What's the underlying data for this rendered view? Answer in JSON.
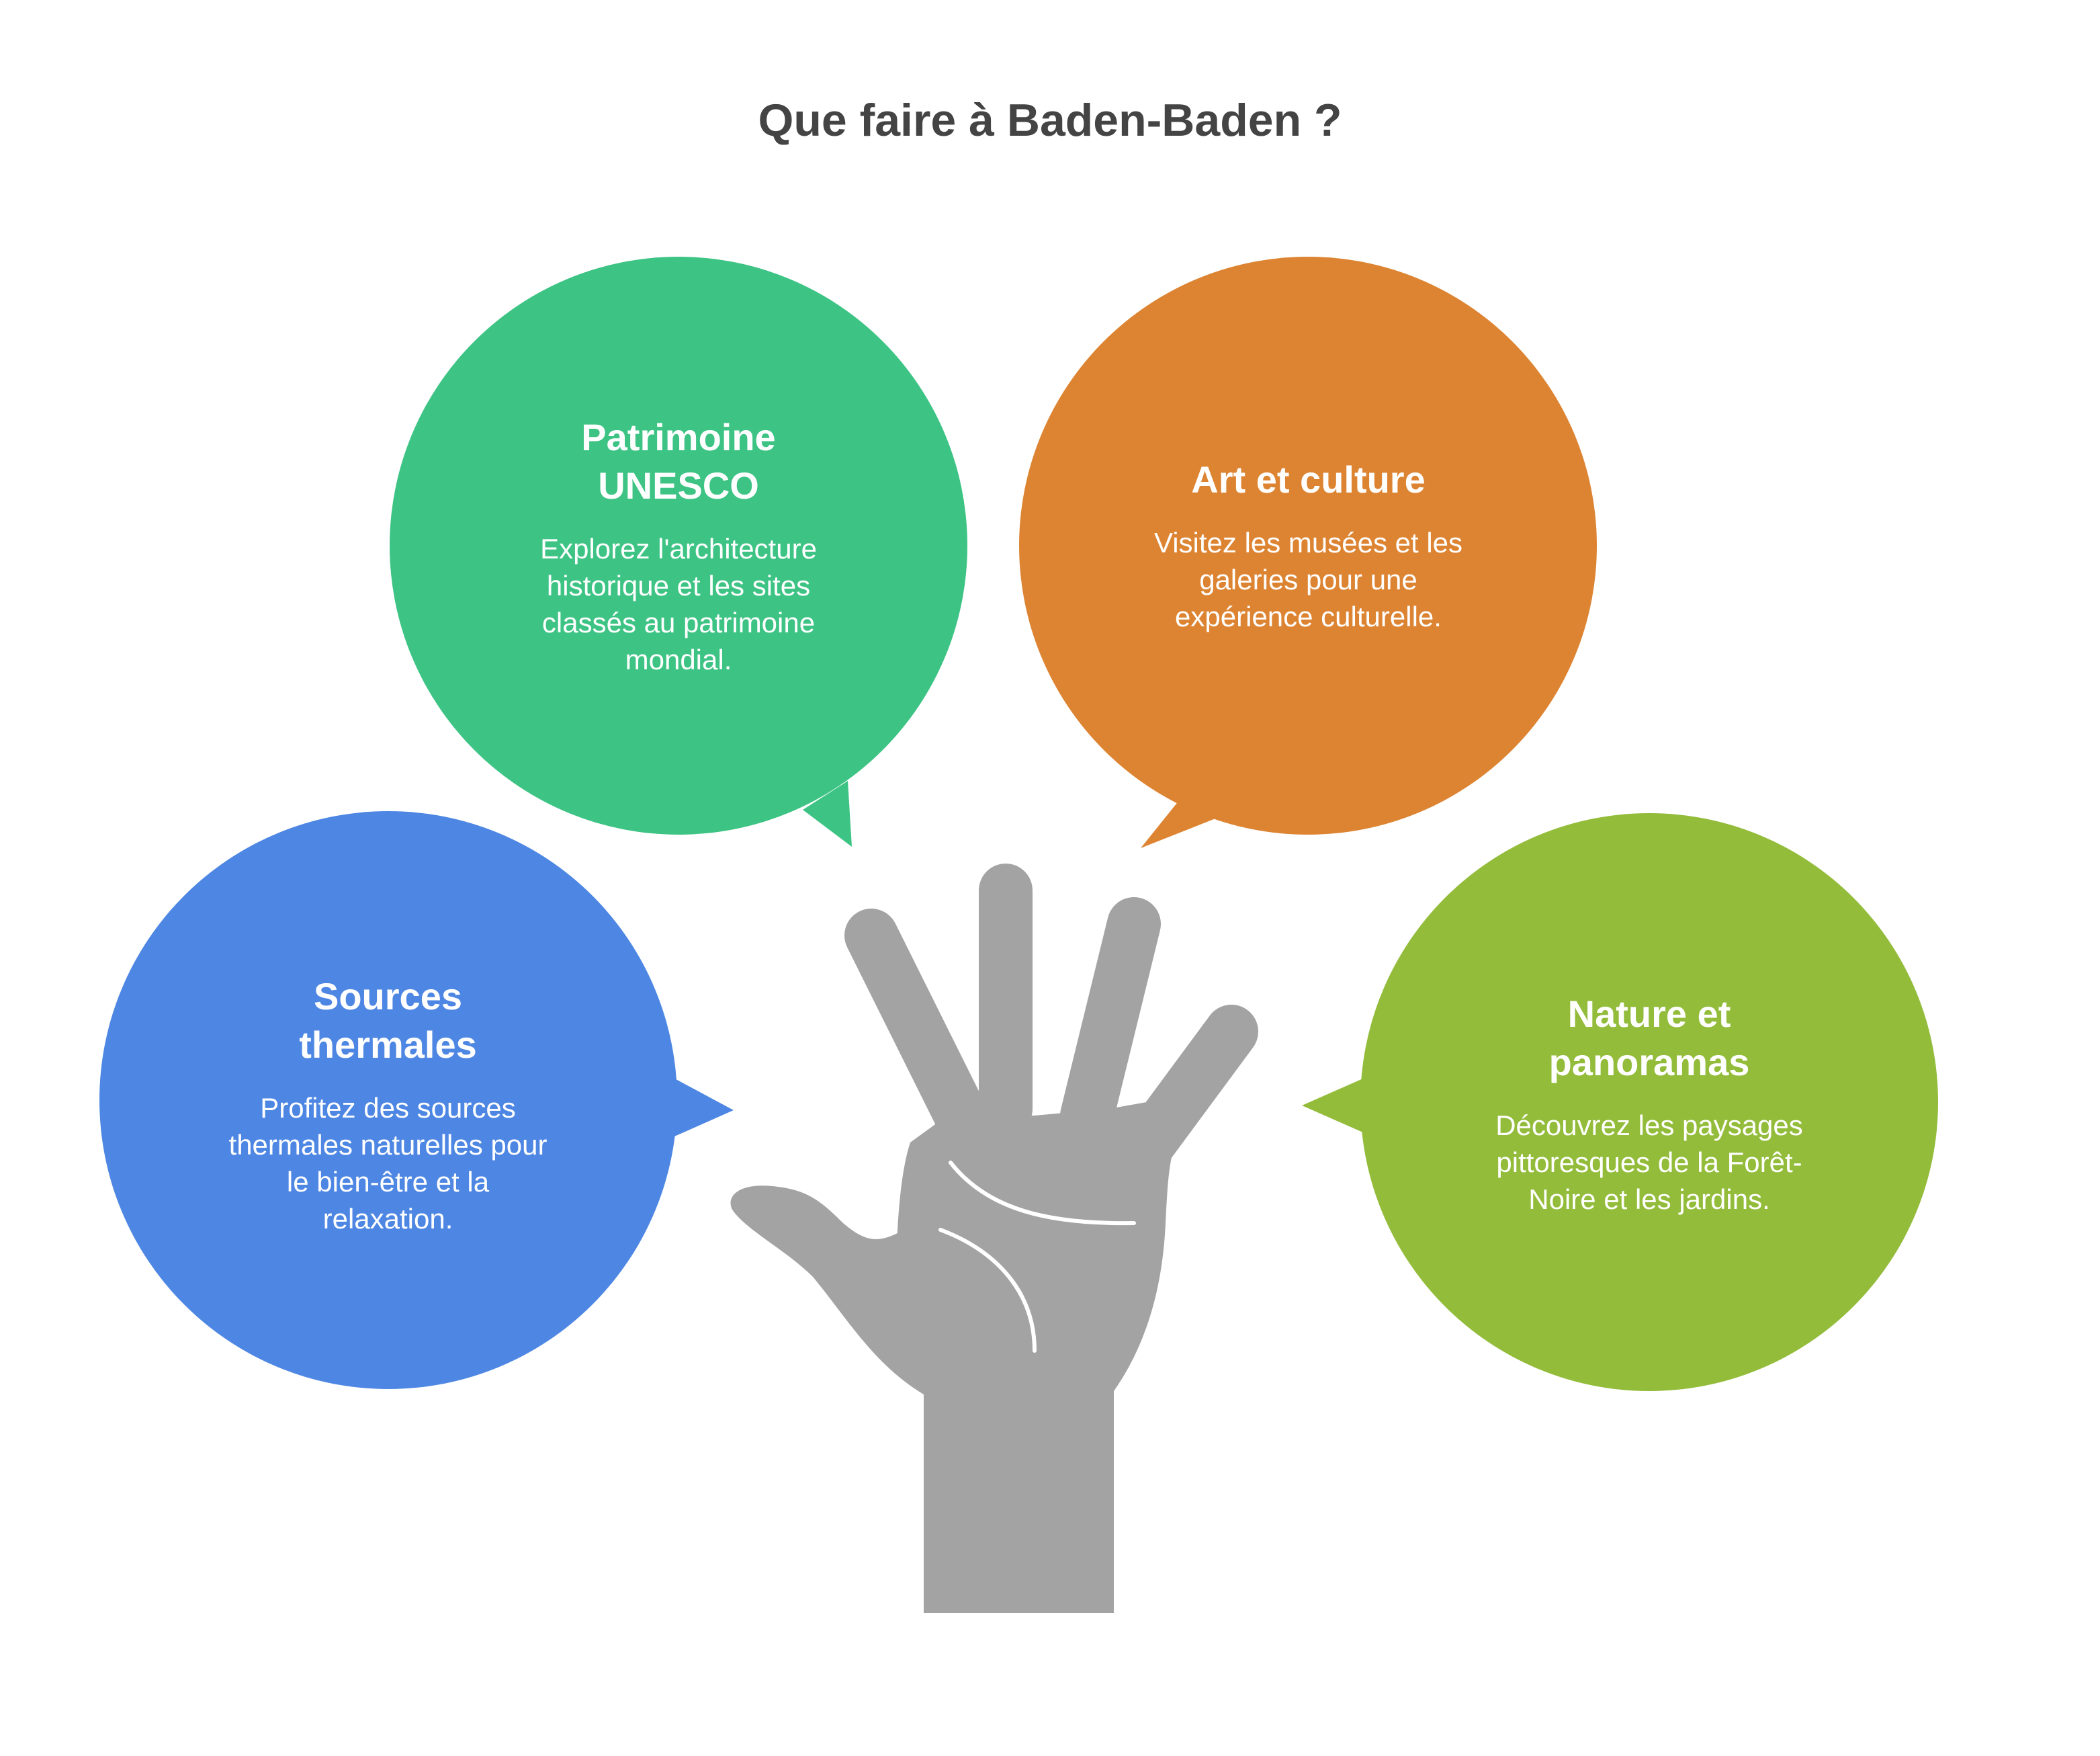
{
  "title": "Que faire à Baden-Baden ?",
  "colors": {
    "unesco": "#3DC484",
    "culture": "#DD8432",
    "sources": "#4E87E3",
    "nature": "#93BC3B",
    "hand": "#A3A3A3",
    "title": "#444444"
  },
  "bubbles": {
    "unesco": {
      "heading": "Patrimoine UNESCO",
      "body": "Explorez l'architecture historique et les sites classés au patrimoine mondial."
    },
    "culture": {
      "heading": "Art et culture",
      "body": "Visitez les musées et les galeries pour une expérience culturelle."
    },
    "sources": {
      "heading": "Sources thermales",
      "body": "Profitez des sources thermales naturelles pour le bien-être et la relaxation."
    },
    "nature": {
      "heading": "Nature et panoramas",
      "body": "Découvrez les paysages pittoresques de la Forêt-Noire et les jardins."
    }
  },
  "icons": {
    "center": "hand-icon"
  }
}
